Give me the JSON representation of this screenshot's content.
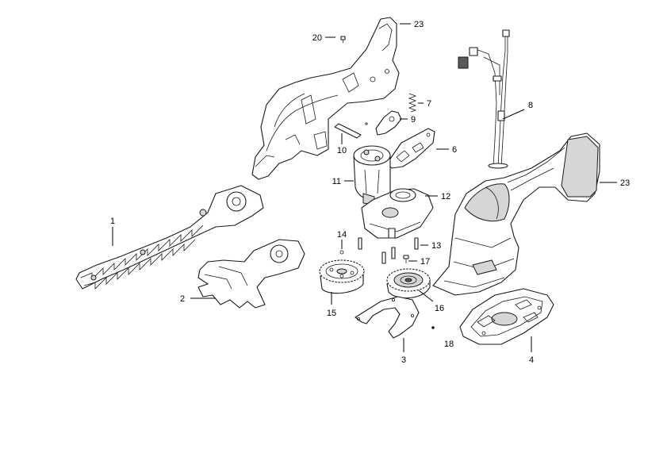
{
  "callouts": [
    {
      "id": "c1",
      "label": "1"
    },
    {
      "id": "c2",
      "label": "2"
    },
    {
      "id": "c3",
      "label": "3"
    },
    {
      "id": "c4",
      "label": "4"
    },
    {
      "id": "c6",
      "label": "6"
    },
    {
      "id": "c7",
      "label": "7"
    },
    {
      "id": "c8",
      "label": "8"
    },
    {
      "id": "c9",
      "label": "9"
    },
    {
      "id": "c10",
      "label": "10"
    },
    {
      "id": "c11",
      "label": "11"
    },
    {
      "id": "c12",
      "label": "12"
    },
    {
      "id": "c13",
      "label": "13"
    },
    {
      "id": "c14",
      "label": "14"
    },
    {
      "id": "c15",
      "label": "15"
    },
    {
      "id": "c16",
      "label": "16"
    },
    {
      "id": "c17",
      "label": "17"
    },
    {
      "id": "c18",
      "label": "18"
    },
    {
      "id": "c20",
      "label": "20"
    },
    {
      "id": "c23a",
      "label": "23"
    },
    {
      "id": "c23b",
      "label": "23"
    }
  ]
}
